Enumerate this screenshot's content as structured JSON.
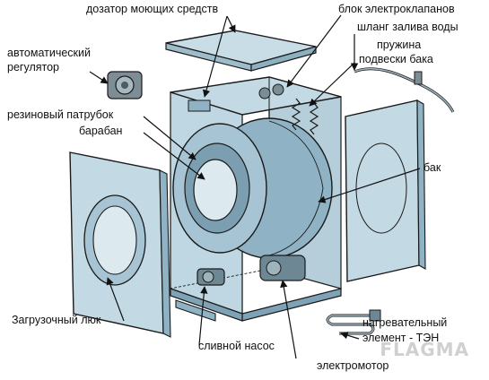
{
  "labels": {
    "dispenser": "дозатор моющих средств",
    "valve_block": "блок электроклапанов",
    "inlet_hose": "шланг залива воды",
    "spring_1": "пружина",
    "spring_2": "подвески бака",
    "auto_regulator_1": "автоматический",
    "auto_regulator_2": "регулятор",
    "rubber_pipe": "резиновый патрубок",
    "drum": "барабан",
    "tank": "бак",
    "door": "Загрузочный люк",
    "heater_1": "нагревательный",
    "heater_2": "элемент - ТЭН",
    "drain_pump": "сливной насос",
    "motor": "электромотор"
  },
  "watermark": "FLAGMA",
  "colors": {
    "body_fill": "#b9d3df",
    "body_dark": "#7fa3b6",
    "line": "#1a1a1a",
    "arrow": "#111111"
  }
}
